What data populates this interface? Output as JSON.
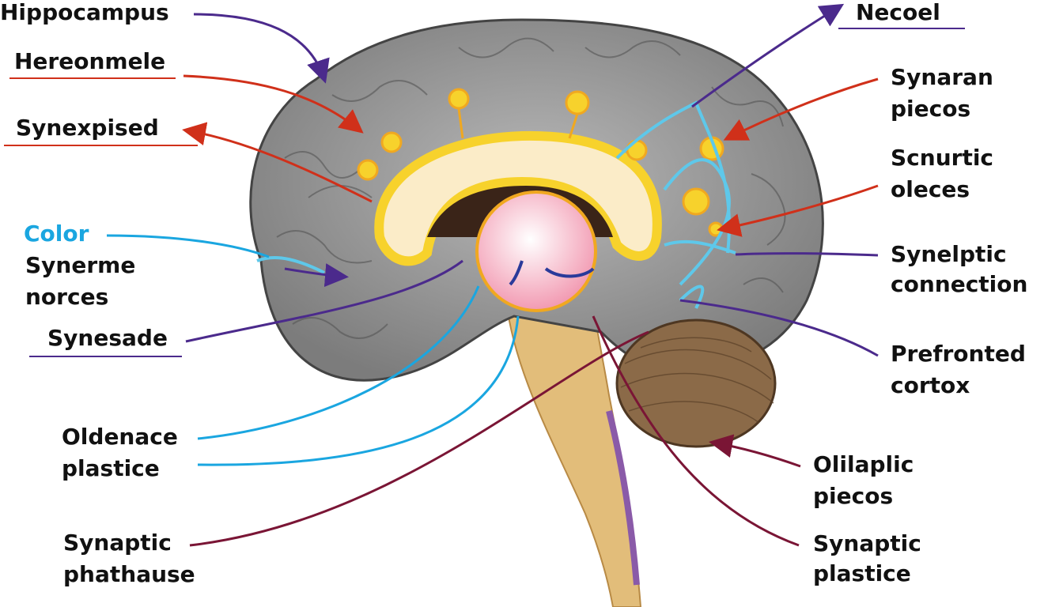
{
  "colors": {
    "red": "#d0301a",
    "purple": "#4b2a8c",
    "cyan": "#1aa6e0",
    "maroon": "#7a1535",
    "gray": "#8a8a8a",
    "yellow": "#f7d22c",
    "pink": "#f6b6c6",
    "brown": "#8b6a48",
    "tan": "#e2bd7a"
  },
  "labels_left": {
    "hippocampus": "Hippocampus",
    "hereonmele": "Hereonmele",
    "synexpised": "Synexpised",
    "color": "Color",
    "synerme_1": "Synerme",
    "synerme_2": "norces",
    "synesade": "Synesade",
    "oldenace_1": "Oldenace",
    "oldenace_2": "plastice",
    "phathause_1": "Synaptic",
    "phathause_2": "phathause"
  },
  "labels_right": {
    "necoel": "Necoel",
    "synaran_1": "Synaran",
    "synaran_2": "piecos",
    "scnurtic_1": "Scnurtic",
    "scnurtic_2": "oleces",
    "synelptic_1": "Synelptic",
    "synelptic_2": "connection",
    "prefronted_1": "Prefronted",
    "prefronted_2": "cortox",
    "olilaplic_1": "Olilaplic",
    "olilaplic_2": "piecos",
    "plastice_1": "Synaptic",
    "plastice_2": "plastice"
  }
}
